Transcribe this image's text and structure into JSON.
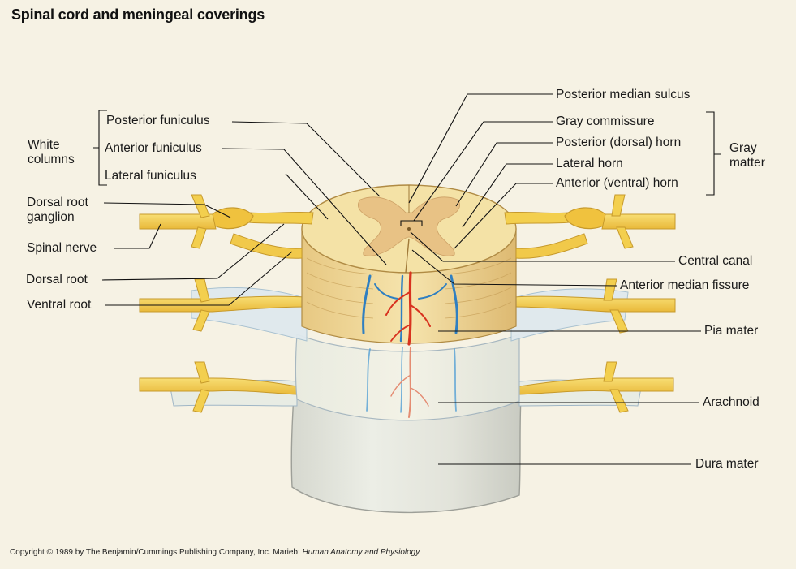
{
  "title": "Spinal cord and meningeal coverings",
  "labels": {
    "posterior_funiculus": "Posterior funiculus",
    "anterior_funiculus": "Anterior funiculus",
    "lateral_funiculus": "Lateral funiculus",
    "white_columns_line1": "White",
    "white_columns_line2": "columns",
    "dorsal_root_ganglion_line1": "Dorsal root",
    "dorsal_root_ganglion_line2": "ganglion",
    "spinal_nerve": "Spinal nerve",
    "dorsal_root": "Dorsal root",
    "ventral_root": "Ventral root",
    "posterior_median_sulcus": "Posterior median sulcus",
    "gray_commissure": "Gray commissure",
    "posterior_horn": "Posterior (dorsal) horn",
    "lateral_horn": "Lateral horn",
    "anterior_horn": "Anterior (ventral) horn",
    "gray_matter_line1": "Gray",
    "gray_matter_line2": "matter",
    "central_canal": "Central canal",
    "anterior_median_fissure": "Anterior median fissure",
    "pia_mater": "Pia mater",
    "arachnoid": "Arachnoid",
    "dura_mater": "Dura mater"
  },
  "copyright": {
    "prefix": "Copyright © 1989 by The Benjamin/Cummings Publishing Company, Inc. Marieb: ",
    "book": "Human Anatomy and Physiology"
  },
  "colors": {
    "background": "#f6f2e4",
    "nerve": "#f3cf4e",
    "white_matter": "#f3dfa0",
    "gray_matter": "#e2b97a",
    "artery": "#d8321f",
    "vein": "#2f7fc1",
    "arachnoid": "#e9ece4",
    "dura": "#dedfd7"
  }
}
